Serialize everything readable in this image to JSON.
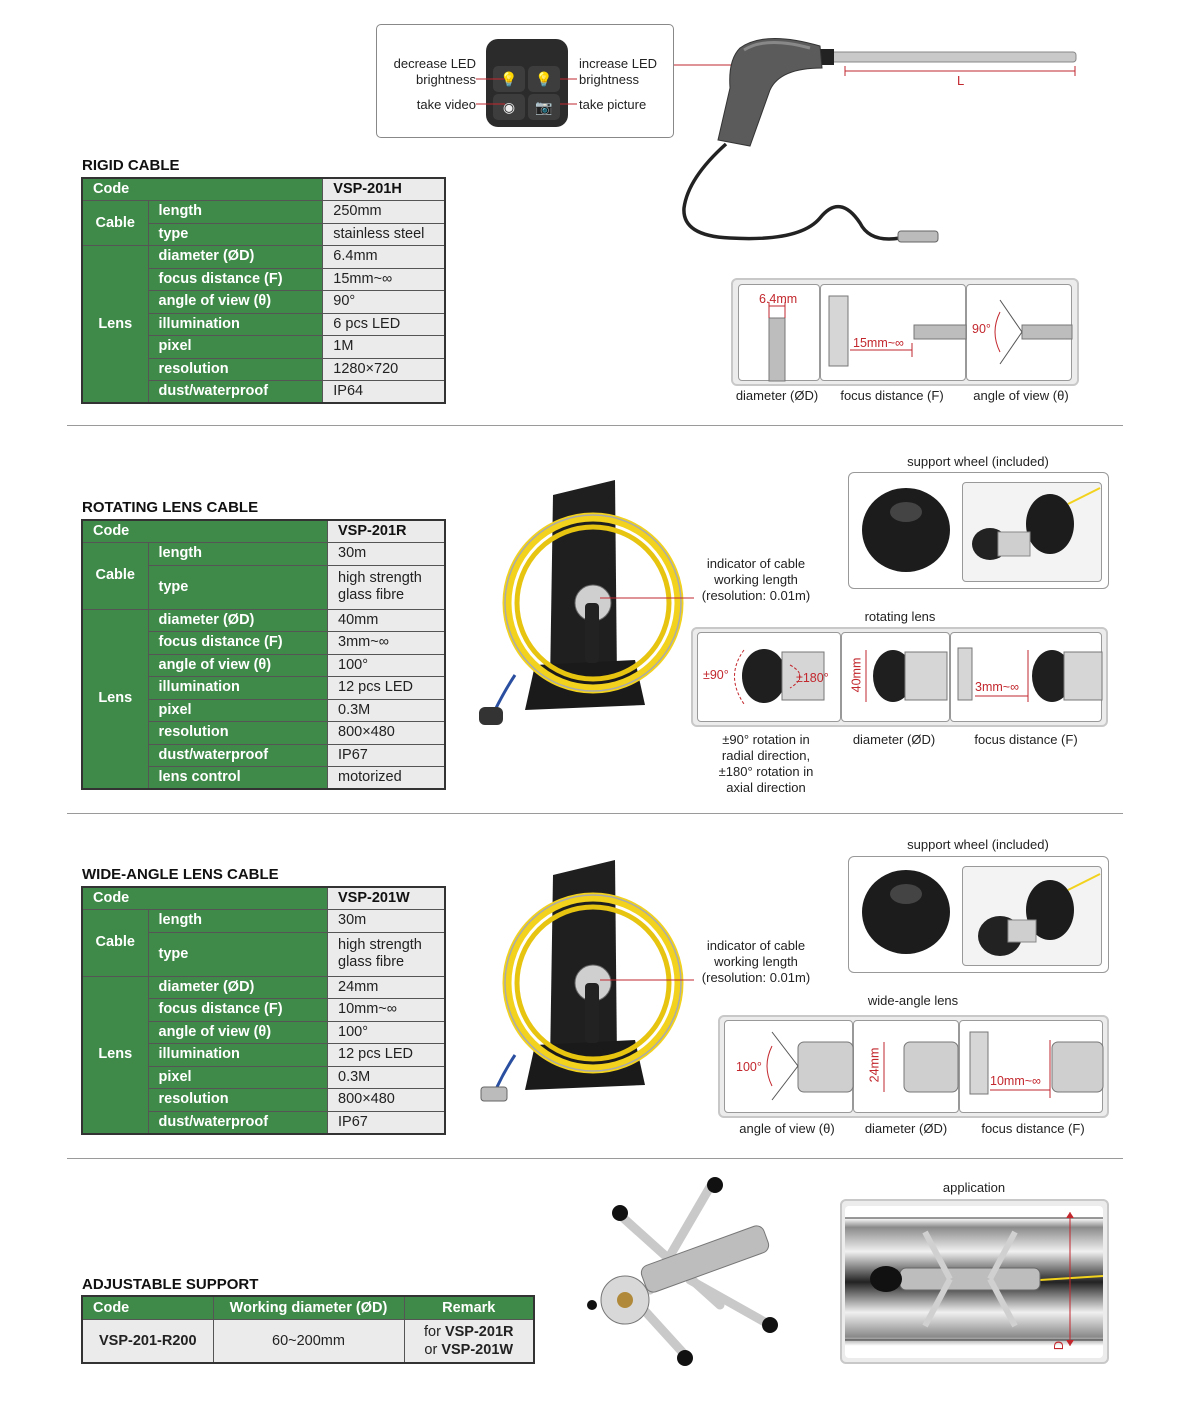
{
  "rigid": {
    "title": "RIGID CABLE",
    "code_label": "Code",
    "code_value": "VSP-201H",
    "group_cable": "Cable",
    "group_lens": "Lens",
    "rows": [
      {
        "k": "length",
        "v": "250mm"
      },
      {
        "k": "type",
        "v": "stainless steel"
      },
      {
        "k": "diameter (ØD)",
        "v": "6.4mm"
      },
      {
        "k": "focus distance (F)",
        "v": "15mm~∞"
      },
      {
        "k": "angle of view (θ)",
        "v": "90°"
      },
      {
        "k": "illumination",
        "v": "6 pcs LED"
      },
      {
        "k": "pixel",
        "v": "1M"
      },
      {
        "k": "resolution",
        "v": "1280×720"
      },
      {
        "k": "dust/waterproof",
        "v": "IP64"
      }
    ],
    "buttons": {
      "decrease": "decrease LED\nbrightness",
      "increase": "increase LED\nbrightness",
      "video": "take video",
      "picture": "take picture"
    },
    "length_mark": "L",
    "diag": {
      "diameter_value": "6.4mm",
      "focus_value": "15mm~∞",
      "angle_value": "90°",
      "cap_diameter": "diameter (ØD)",
      "cap_focus": "focus distance (F)",
      "cap_angle": "angle of view (θ)"
    }
  },
  "rotating": {
    "title": "ROTATING LENS CABLE",
    "code_label": "Code",
    "code_value": "VSP-201R",
    "group_cable": "Cable",
    "group_lens": "Lens",
    "rows": [
      {
        "k": "length",
        "v": "30m"
      },
      {
        "k": "type",
        "v": "high strength\nglass fibre"
      },
      {
        "k": "diameter (ØD)",
        "v": "40mm"
      },
      {
        "k": "focus distance (F)",
        "v": "3mm~∞"
      },
      {
        "k": "angle of view (θ)",
        "v": "100°"
      },
      {
        "k": "illumination",
        "v": "12 pcs LED"
      },
      {
        "k": "pixel",
        "v": "0.3M"
      },
      {
        "k": "resolution",
        "v": "800×480"
      },
      {
        "k": "dust/waterproof",
        "v": "IP67"
      },
      {
        "k": "lens control",
        "v": "motorized"
      }
    ],
    "indicator": "indicator of cable\nworking length\n(resolution: 0.01m)",
    "support_wheel": "support wheel (included)",
    "lens_title": "rotating lens",
    "rot_90": "±90°",
    "rot_180": "±180°",
    "dia_value": "40mm",
    "focus_value": "3mm~∞",
    "cap_rotation": "±90° rotation in\nradial direction,\n±180° rotation in\naxial direction",
    "cap_diameter": "diameter (ØD)",
    "cap_focus": "focus distance (F)"
  },
  "wide": {
    "title": "WIDE-ANGLE LENS CABLE",
    "code_label": "Code",
    "code_value": "VSP-201W",
    "group_cable": "Cable",
    "group_lens": "Lens",
    "rows": [
      {
        "k": "length",
        "v": "30m"
      },
      {
        "k": "type",
        "v": "high strength\nglass fibre"
      },
      {
        "k": "diameter (ØD)",
        "v": "24mm"
      },
      {
        "k": "focus distance (F)",
        "v": "10mm~∞"
      },
      {
        "k": "angle of view (θ)",
        "v": "100°"
      },
      {
        "k": "illumination",
        "v": "12 pcs LED"
      },
      {
        "k": "pixel",
        "v": "0.3M"
      },
      {
        "k": "resolution",
        "v": "800×480"
      },
      {
        "k": "dust/waterproof",
        "v": "IP67"
      }
    ],
    "indicator": "indicator of cable\nworking length\n(resolution: 0.01m)",
    "support_wheel": "support wheel (included)",
    "lens_title": "wide-angle lens",
    "angle_value": "100°",
    "dia_value": "24mm",
    "focus_value": "10mm~∞",
    "cap_angle": "angle of view (θ)",
    "cap_diameter": "diameter (ØD)",
    "cap_focus": "focus distance (F)"
  },
  "support": {
    "title": "ADJUSTABLE SUPPORT",
    "headers": [
      "Code",
      "Working diameter (ØD)",
      "Remark"
    ],
    "code": "VSP-201-R200",
    "diameter": "60~200mm",
    "remark_for": "for",
    "remark_r": "VSP-201R",
    "remark_or": "or",
    "remark_w": "VSP-201W",
    "application": "application",
    "d_mark": "D"
  },
  "colors": {
    "green": "#3f8a48",
    "red": "#c2272d",
    "yellow": "#f2d21c"
  }
}
